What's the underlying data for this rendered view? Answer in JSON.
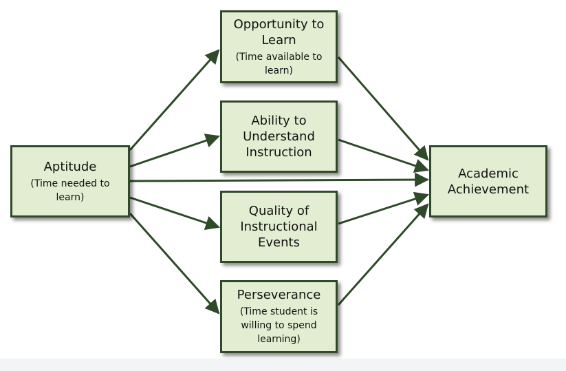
{
  "diagram": {
    "nodes": {
      "aptitude": {
        "title": "Aptitude",
        "subtitle": "(Time needed to\nlearn)"
      },
      "opportunity": {
        "title": "Opportunity to\nLearn",
        "subtitle": "(Time available to\nlearn)"
      },
      "ability": {
        "title": "Ability to\nUnderstand\nInstruction"
      },
      "quality": {
        "title": "Quality of\nInstructional\nEvents"
      },
      "perseverance": {
        "title": "Perseverance",
        "subtitle": "(Time student is\nwilling to spend\nlearning)"
      },
      "academic": {
        "title": "Academic\nAchievement"
      }
    },
    "edges": [
      {
        "from": "aptitude",
        "to": "opportunity"
      },
      {
        "from": "aptitude",
        "to": "ability"
      },
      {
        "from": "aptitude",
        "to": "academic"
      },
      {
        "from": "aptitude",
        "to": "quality"
      },
      {
        "from": "aptitude",
        "to": "perseverance"
      },
      {
        "from": "opportunity",
        "to": "academic"
      },
      {
        "from": "ability",
        "to": "academic"
      },
      {
        "from": "quality",
        "to": "academic"
      },
      {
        "from": "perseverance",
        "to": "academic"
      }
    ],
    "colors": {
      "box_fill": "#e3edd2",
      "box_border": "#2f4a28",
      "arrow": "#2f4a28"
    }
  }
}
